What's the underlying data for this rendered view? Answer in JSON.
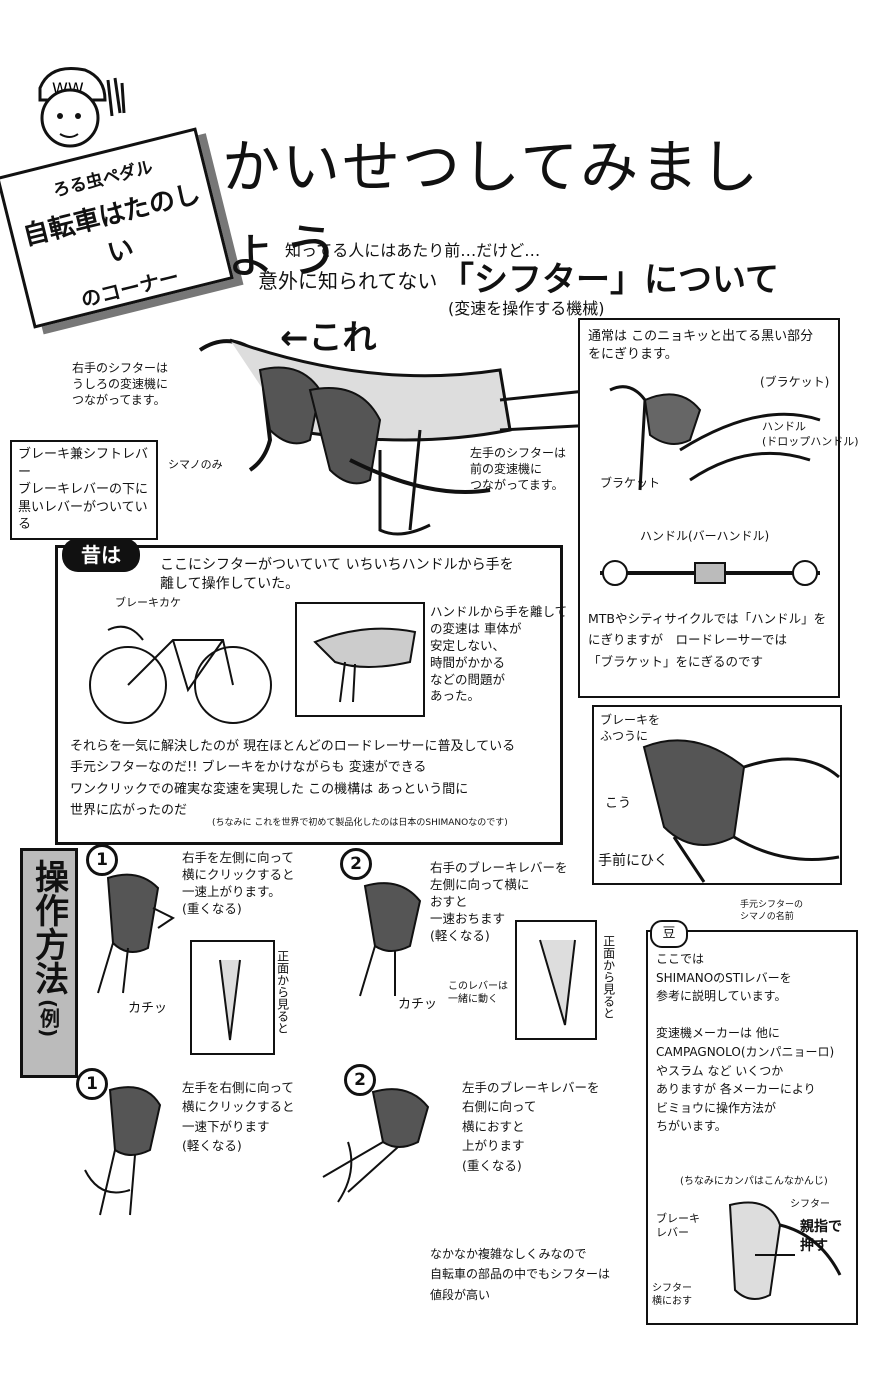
{
  "header": {
    "corner_label": {
      "line1": "ろる虫ペダル",
      "line2": "自転車はたのしい",
      "line3": "のコーナー"
    },
    "title": "かいせつしてみましょう",
    "intro": "知ってる人にはあたり前…だけど…",
    "intro2": "意外に知られてない",
    "topic": "「シフター」について",
    "topic_sub": "(変速を操作する機械)"
  },
  "top_diagram": {
    "arrow_label": "←これ",
    "right_shifter": "右手のシフターは\nうしろの変速機に\nつながってます。",
    "left_shifter": "左手のシフターは\n前の変速機に\nつながってます。",
    "brake_lever_box": "ブレーキ兼シフトレバー\nブレーキレバーの下に\n黒いレバーがついている",
    "brake_lever_note": "シマノのみ"
  },
  "right_panel": {
    "bracket_text": "通常は このニョキッと出てる黒い部分\nをにぎります。",
    "bracket_label": "(ブラケット)",
    "handle_label": "ハンドル\n(ドロップハンドル)",
    "bracket_bottom": "ブラケット",
    "bar_handle": "ハンドル(バーハンドル)",
    "mtb_text": "MTBやシティサイクルでは「ハンドル」を\nにぎりますが　ロードレーサーでは\n「ブラケット」をにぎるのです"
  },
  "mukashi": {
    "badge": "昔は",
    "headline": "ここにシフターがついていて いちいちハンドルから手を\n離して操作していた。",
    "brake_label": "ブレーキカケ",
    "detail": "ハンドルから手を離して\nの変速は 車体が\n安定しない、\n時間がかかる\nなどの問題が\nあった。",
    "summary": "それらを一気に解決したのが 現在ほとんどのロードレーサーに普及している\n手元シフターなのだ!! ブレーキをかけながらも 変速ができる\nワンクリックでの確実な変速を実現した この機構は あっという間に\n世界に広がったのだ",
    "summary_note": "(ちなみに これを世界で初めて製品化したのは日本のSHIMANOなのです)"
  },
  "brake_photo": {
    "label_top": "ブレーキを\nふつうに",
    "label_mid": "こう",
    "label_bottom": "手前にひく"
  },
  "sousa": {
    "side_label": "操作方法",
    "side_sub": "(例)",
    "steps": [
      {
        "num": "1",
        "text": "右手を左側に向って\n横にクリックすると\n一速上がります。\n(重くなる)",
        "fig_label": "カチッ",
        "side_note": "正面から見ると"
      },
      {
        "num": "2",
        "text": "右手のブレーキレバーを\n左側に向って横に\nおすと\n一速おちます\n(軽くなる)",
        "fig_label": "カチッ",
        "small": "このレバーは\n一緒に動く",
        "side_note": "正面から見ると"
      },
      {
        "num": "1",
        "text": "左手を右側に向って\n横にクリックすると\n一速下がります\n(軽くなる)"
      },
      {
        "num": "2",
        "text": "左手のブレーキレバーを\n右側に向って\n横におすと\n上がります\n(重くなる)"
      }
    ],
    "bottom_note": "なかなか複雑なしくみなので\n自転車の部品の中でもシフターは\n値段が高い"
  },
  "mame": {
    "badge": "豆",
    "callout": "手元シフターの\nシマノの名前",
    "body": "ここでは\nSHIMANOのSTIレバーを\n参考に説明しています。\n\n変速機メーカーは 他に\nCAMPAGNOLO(カンパニョーロ)\nやスラム など いくつか\nありますが 各メーカーにより\nビミョウに操作方法が\nちがいます。",
    "campy_note": "(ちなみにカンパはこんなかんじ)",
    "brake_label": "ブレーキ\nレバー",
    "shifter_label": "シフター",
    "thumb_label": "親指で\n押す",
    "side_label": "シフター\n横におす"
  }
}
